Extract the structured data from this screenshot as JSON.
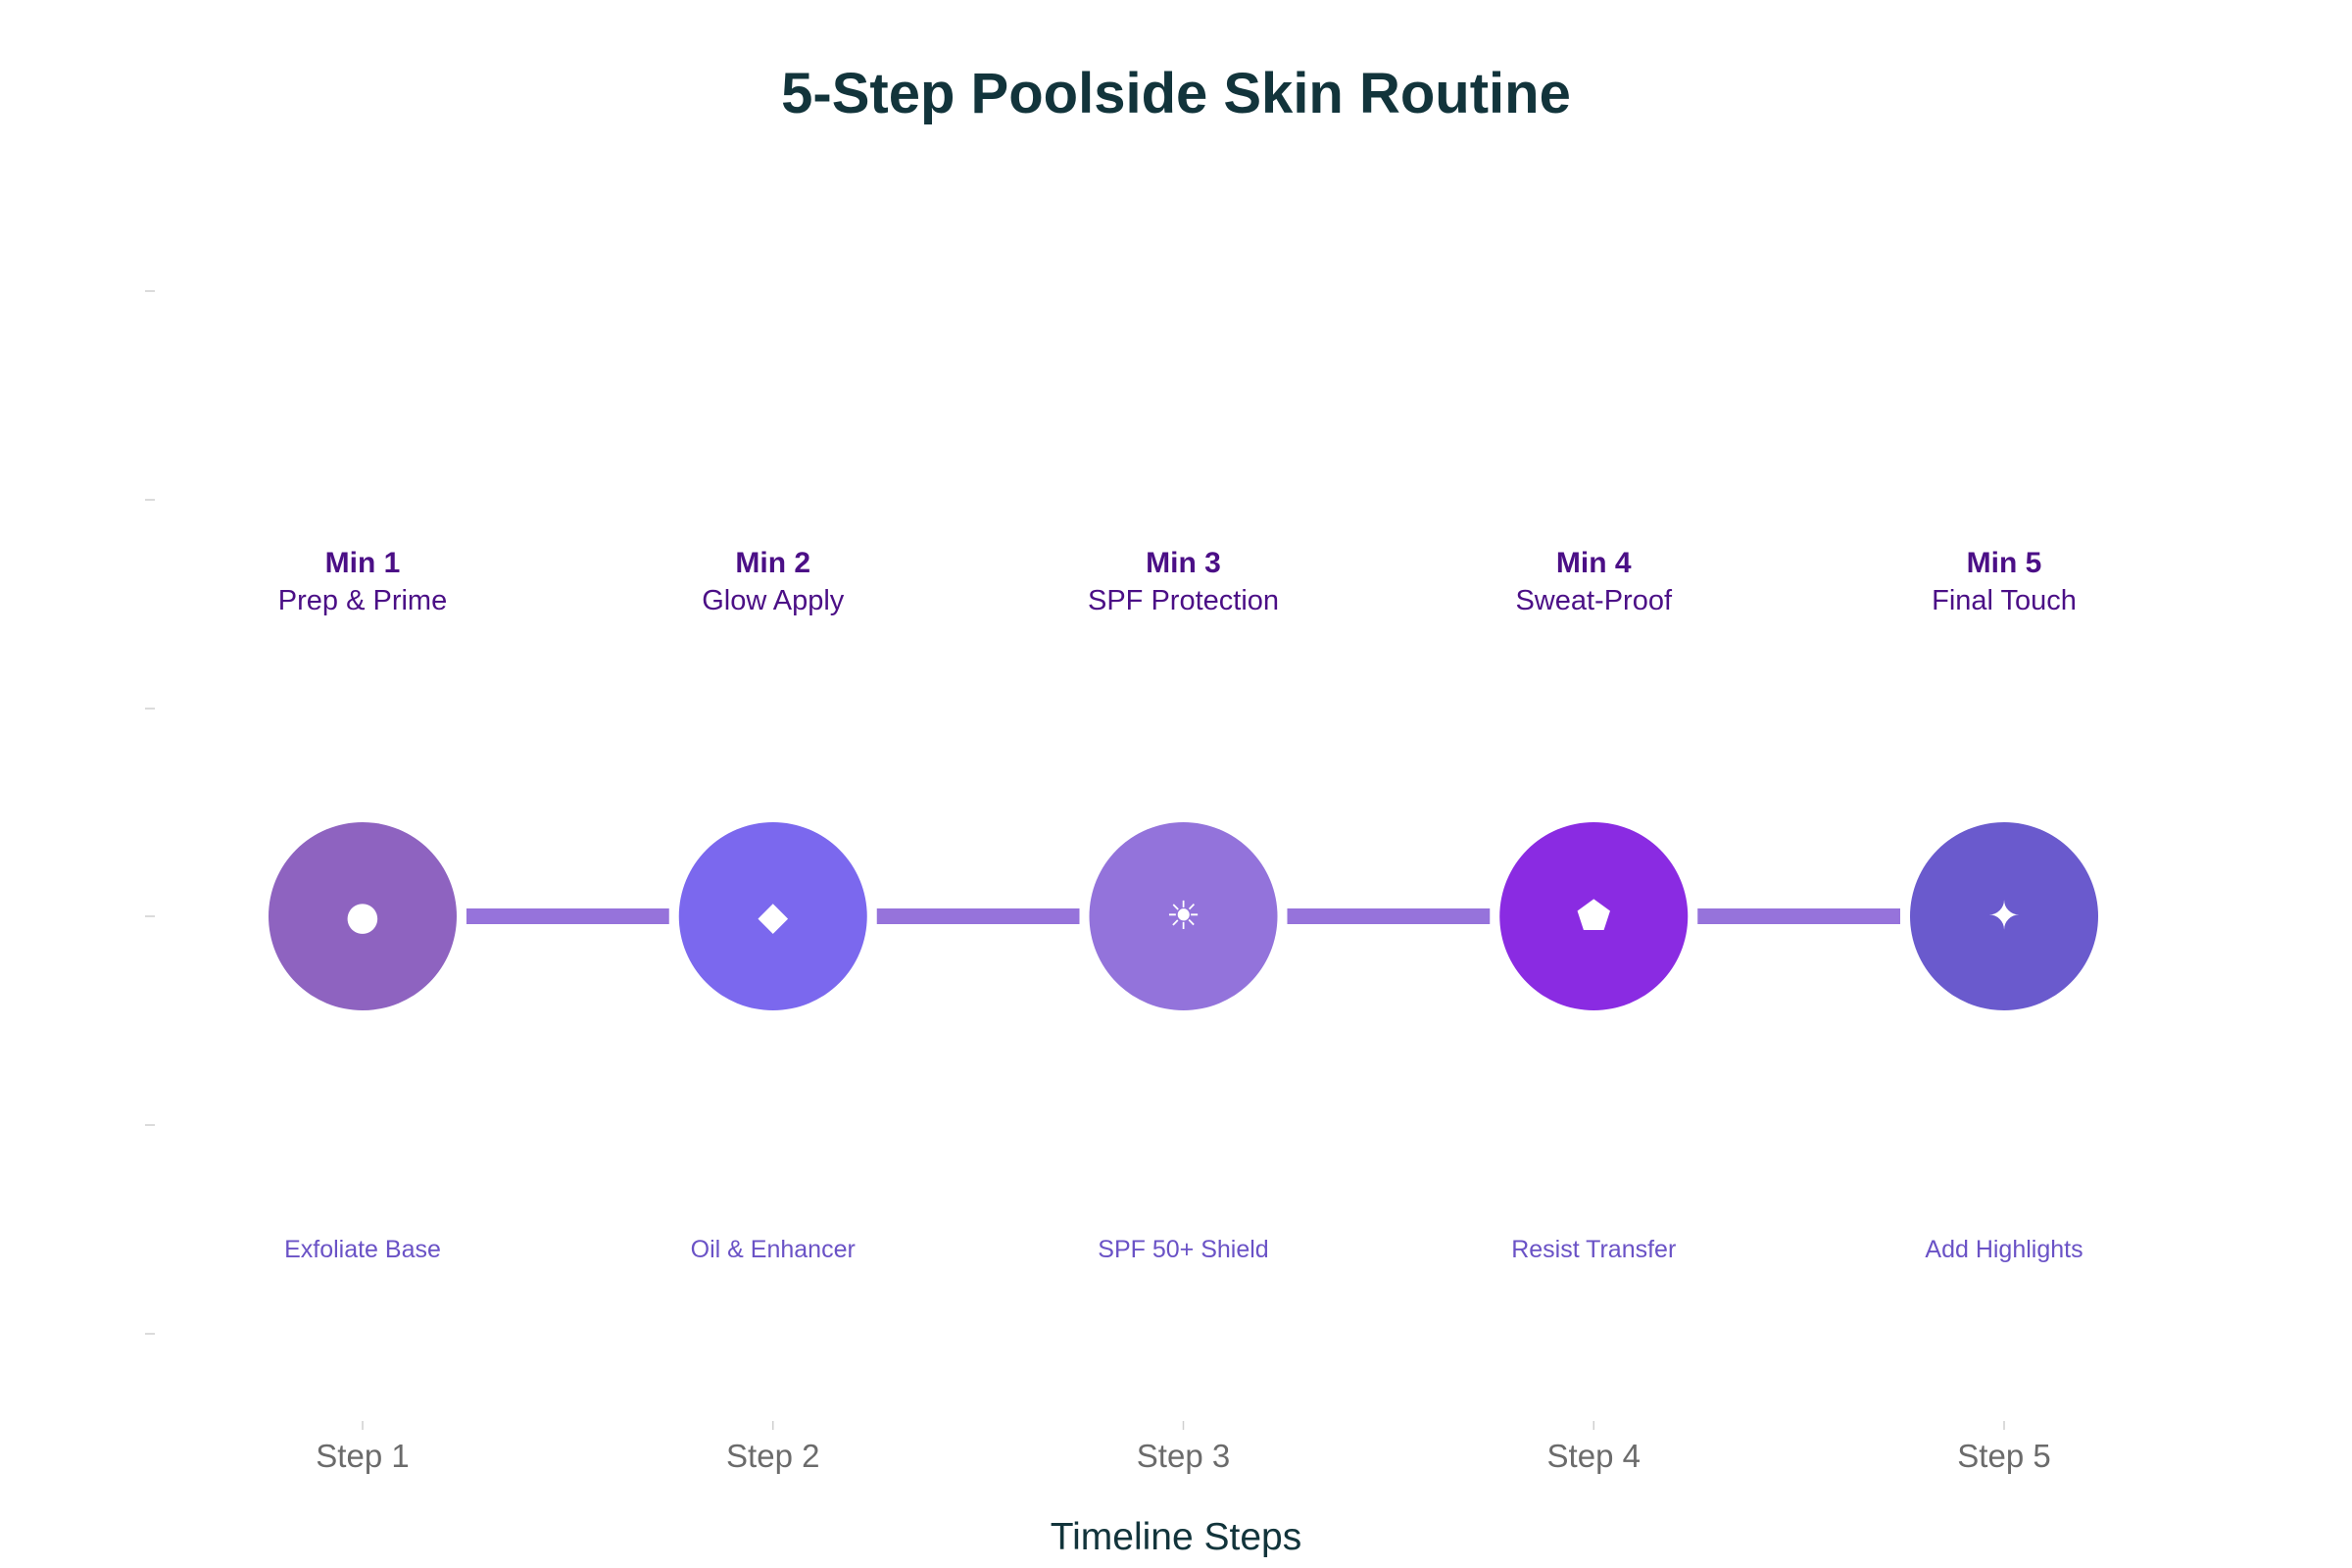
{
  "title": "5-Step Poolside Skin Routine",
  "x_axis_title": "Timeline Steps",
  "colors": {
    "connector": "#9673db",
    "title": "#12343b",
    "label": "#4b0f86",
    "description": "#6a52c6"
  },
  "chart_data": {
    "type": "scatter",
    "title": "5-Step Poolside Skin Routine",
    "xlabel": "Timeline Steps",
    "ylabel": "",
    "categories": [
      "Step 1",
      "Step 2",
      "Step 3",
      "Step 4",
      "Step 5"
    ],
    "grid": false,
    "steps": [
      {
        "tick": "Step 1",
        "minute": "Min 1",
        "name": "Prep & Prime",
        "description": "Exfoliate Base",
        "icon": "circle-icon",
        "glyph": "●",
        "color": "#8e63c0"
      },
      {
        "tick": "Step 2",
        "minute": "Min 2",
        "name": "Glow Apply",
        "description": "Oil & Enhancer",
        "icon": "diamond-icon",
        "glyph": "◆",
        "color": "#7b68ee"
      },
      {
        "tick": "Step 3",
        "minute": "Min 3",
        "name": "SPF Protection",
        "description": "SPF 50+ Shield",
        "icon": "sun-icon",
        "glyph": "☀",
        "color": "#9373db"
      },
      {
        "tick": "Step 4",
        "minute": "Min 4",
        "name": "Sweat-Proof",
        "description": "Resist Transfer",
        "icon": "pentagon-icon",
        "glyph": "⬟",
        "color": "#8a2be2"
      },
      {
        "tick": "Step 5",
        "minute": "Min 5",
        "name": "Final Touch",
        "description": "Add Highlights",
        "icon": "sparkle-icon",
        "glyph": "✦",
        "color": "#6a5acd"
      }
    ]
  }
}
